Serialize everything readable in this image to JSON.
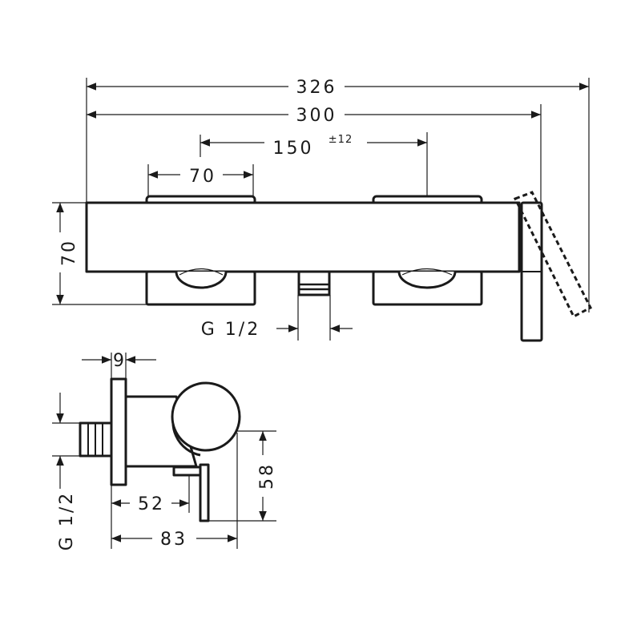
{
  "top_view": {
    "dim_overall_with_handle": "326",
    "dim_overall": "300",
    "dim_centers": "150",
    "dim_centers_tolerance": "±12",
    "dim_cap_width": "70",
    "dim_height": "70",
    "dim_outlet_thread": "G 1/2"
  },
  "side_view": {
    "dim_plate": "9",
    "dim_inlet_thread": "G 1/2",
    "dim_lever_height": "58",
    "dim_outlet_depth": "52",
    "dim_depth": "83"
  }
}
